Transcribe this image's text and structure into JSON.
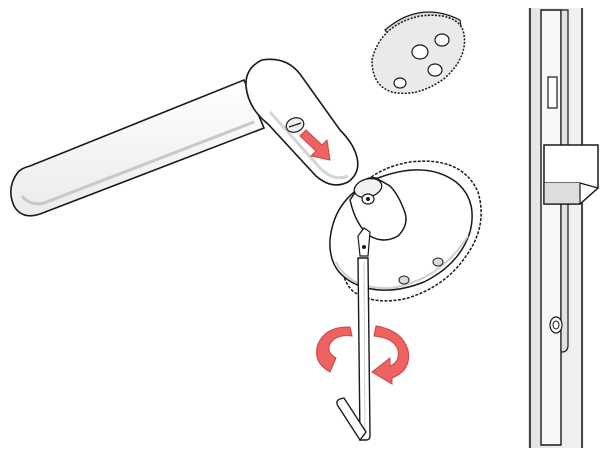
{
  "illustration": {
    "kind": "assembly-instruction",
    "parts": [
      {
        "id": "lever-handle",
        "icon": "door-lever-icon"
      },
      {
        "id": "slide-arrow",
        "icon": "arrow-down-right-icon"
      },
      {
        "id": "rosette-cover",
        "icon": "round-rosette-icon"
      },
      {
        "id": "rosette-plate-detail",
        "icon": "rosette-backplate-icon"
      },
      {
        "id": "allen-key",
        "icon": "hex-key-icon"
      },
      {
        "id": "rotate-arrow",
        "icon": "rotate-clockwise-icon"
      },
      {
        "id": "door-edge",
        "icon": "door-lock-case-icon"
      }
    ],
    "colors": {
      "outline": "#1a1a1a",
      "part_fill": "#ffffff",
      "shadow": "#e9e9e9",
      "door": "#eeeeee",
      "accent_arrow": "#ee6262",
      "accent_arrow_dark": "#c94646"
    }
  }
}
